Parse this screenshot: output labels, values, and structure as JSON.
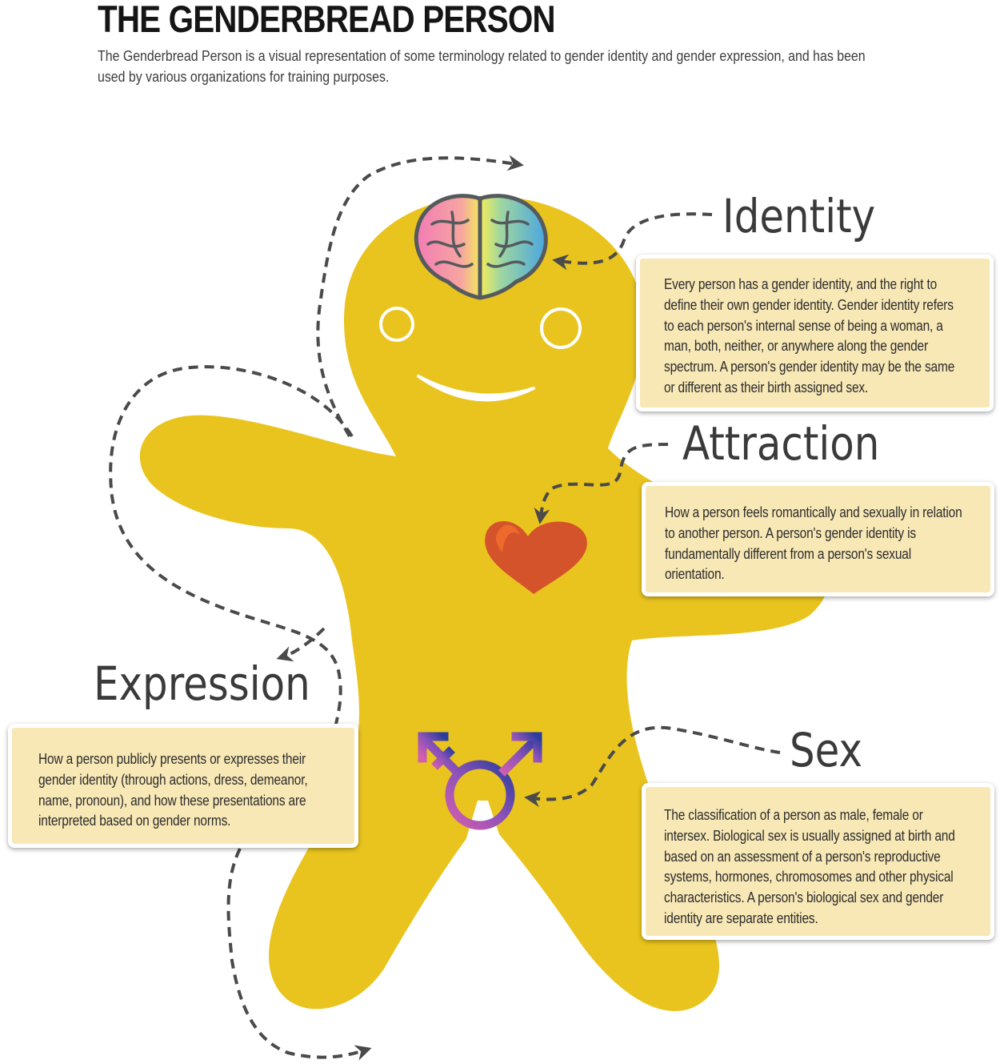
{
  "header": {
    "title": "THE GENDERBREAD PERSON",
    "subtitle": "The Genderbread Person is a visual representation of some terminology related to gender identity and gender expression, and has been used by various organizations for training purposes."
  },
  "figure": {
    "body_color": "#e9c41e",
    "box_color": "#f8e8b6",
    "arrow_color": "#4a4a4a",
    "icons": [
      "brain-icon",
      "heart-icon",
      "transgender-symbol-icon"
    ],
    "sections": {
      "identity": {
        "label": "Identity",
        "description": "Every person has a gender identity, and the right to define their own gender identity. Gender identity refers to each person's internal sense of being a woman, a man, both, neither, or anywhere along the gender spectrum. A person's gender identity may be the same or different as their birth assigned sex."
      },
      "attraction": {
        "label": "Attraction",
        "description": "How a person feels romantically and sexually in relation to another person. A person's gender identity is fundamentally different from a person's sexual orientation."
      },
      "expression": {
        "label": "Expression",
        "description": "How a person publicly presents or expresses their gender identity (through actions, dress, demeanor, name, pronoun), and how these presentations are interpreted based on gender norms."
      },
      "sex": {
        "label": "Sex",
        "description": "The classification of a person as male, female or intersex. Biological sex is usually assigned at birth and based on an assessment of a person's reproductive systems, hormones, chromosomes and other physical characteristics. A person's biological sex and gender identity are separate entities."
      }
    }
  }
}
